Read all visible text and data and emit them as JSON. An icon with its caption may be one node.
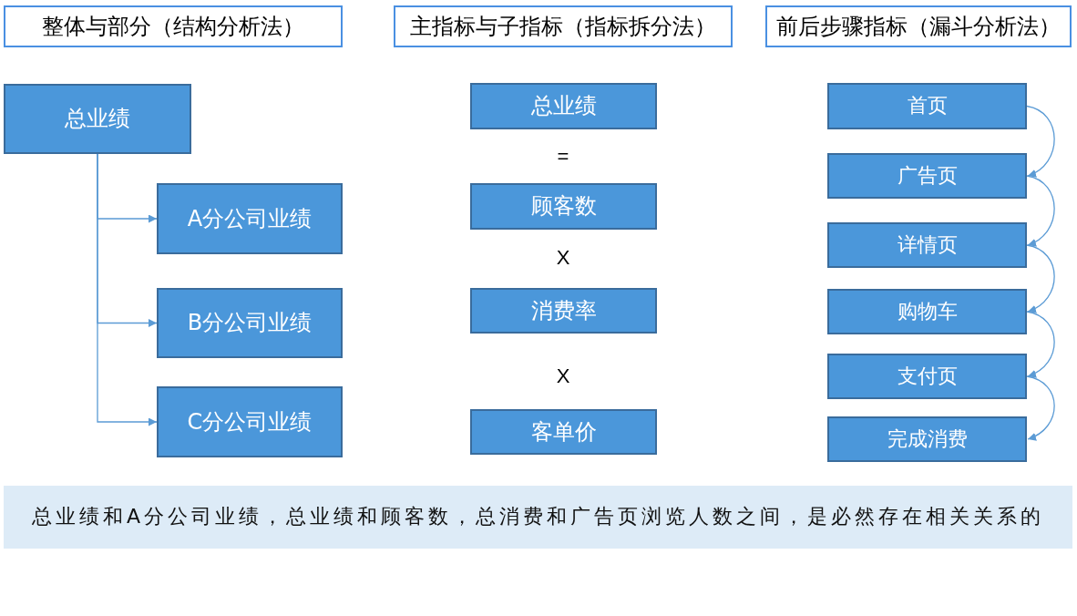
{
  "diagram": {
    "nodes": [
      {
        "text": [
          "整体与部分（结构分析法）"
        ]
      },
      {
        "text": [
          "主指标与子指标（指标拆分法）"
        ]
      },
      {
        "text": [
          "前后步骤指标（漏斗分析法）"
        ]
      },
      {
        "text": [
          "总业绩"
        ]
      },
      {
        "text": [
          "A分公司业绩"
        ]
      },
      {
        "text": [
          "B分公司业绩"
        ]
      },
      {
        "text": [
          "C分公司业绩"
        ]
      },
      {
        "text": [
          "总业绩"
        ]
      },
      {
        "text": [
          "顾客数"
        ]
      },
      {
        "text": [
          "消费率"
        ]
      },
      {
        "text": [
          "客单价"
        ]
      },
      {
        "text": [
          "首页"
        ]
      },
      {
        "text": [
          "广告页"
        ]
      },
      {
        "text": [
          "详情页"
        ]
      },
      {
        "text": [
          "购物车"
        ]
      },
      {
        "text": [
          "支付页"
        ]
      },
      {
        "text": [
          "完成消费"
        ]
      },
      {
        "text": [
          "总业绩和A分公司业绩，总业绩和顾客数，总消费和广告页浏览人数之间，是必然存在相关关系的"
        ]
      }
    ],
    "edges": [
      {
        "from": 3,
        "to": 4,
        "arrow": "to"
      },
      {
        "from": 3,
        "to": 5,
        "arrow": "to"
      },
      {
        "from": 3,
        "to": 6,
        "arrow": "to"
      },
      {
        "from": 11,
        "to": 12,
        "arrow": "to"
      },
      {
        "from": 12,
        "to": 13,
        "arrow": "to"
      },
      {
        "from": 13,
        "to": 14,
        "arrow": "to"
      },
      {
        "from": 14,
        "to": 15,
        "arrow": "to"
      },
      {
        "from": 15,
        "to": 16,
        "arrow": "to"
      }
    ],
    "labels": [
      "=",
      "X",
      "X"
    ]
  }
}
